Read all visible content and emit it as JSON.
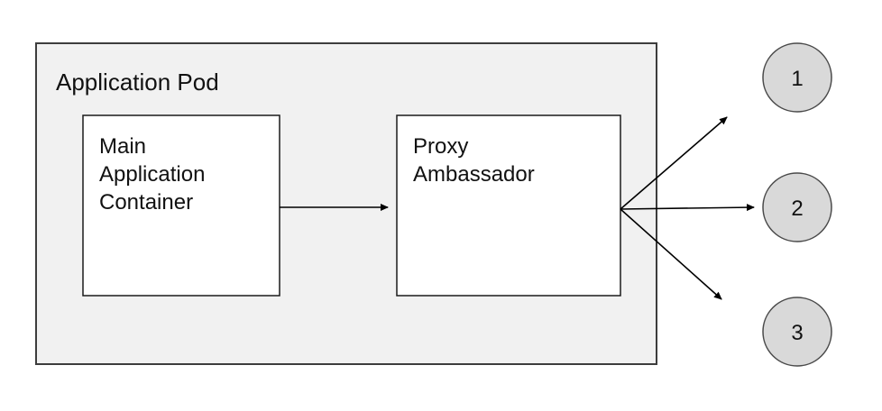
{
  "diagram": {
    "pod": {
      "label": "Application Pod"
    },
    "nodes": {
      "main_container": {
        "label_lines": [
          "Main",
          "Application",
          "Container"
        ]
      },
      "proxy_ambassador": {
        "label_lines": [
          "Proxy",
          "Ambassador"
        ]
      }
    },
    "endpoints": [
      {
        "label": "1"
      },
      {
        "label": "2"
      },
      {
        "label": "3"
      }
    ],
    "edges": [
      {
        "name": "main-to-proxy"
      },
      {
        "name": "proxy-to-endpoint-1"
      },
      {
        "name": "proxy-to-endpoint-2"
      },
      {
        "name": "proxy-to-endpoint-3"
      }
    ],
    "colors": {
      "pod_fill": "#f1f1f1",
      "node_fill": "#ffffff",
      "circle_fill": "#d9d9d9",
      "arrow": "#000000"
    }
  }
}
